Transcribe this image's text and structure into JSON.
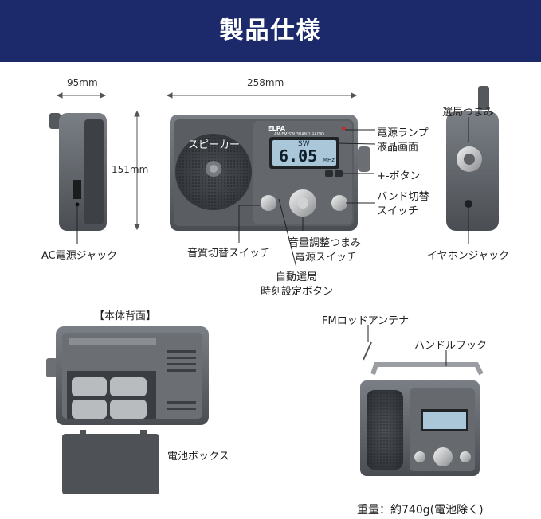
{
  "banner": {
    "title": "製品仕様"
  },
  "dimensions": {
    "depth": "95mm",
    "width": "258mm",
    "height": "151mm"
  },
  "radio": {
    "brand": "ELPA",
    "model_text": "AM·FM·SW 3BAND RADIO",
    "band": "SW",
    "frequency": "6.05",
    "unit": "MHz",
    "speaker_text": "スピーカー"
  },
  "callouts": {
    "power_lamp": "電源ランプ",
    "lcd": "液晶画面",
    "plus_minus": "+-ボタン",
    "band_switch_1": "バンド切替",
    "band_switch_2": "スイッチ",
    "tone_switch": "音質切替スイッチ",
    "volume_1": "音量調整つまみ",
    "volume_2": "電源スイッチ",
    "auto_tune_1": "自動選局",
    "auto_tune_2": "時刻設定ボタン",
    "tuning_knob": "選局つまみ",
    "ac_jack": "AC電源ジャック",
    "earphone_jack": "イヤホンジャック",
    "back_title": "【本体背面】",
    "battery_box": "電池ボックス",
    "fm_antenna": "FMロッドアンテナ",
    "handle_hook": "ハンドルフック"
  },
  "weight": "重量：約740g(電池除く)",
  "colors": {
    "banner": "#1c2a6b",
    "body": "#5d6268",
    "lcd": "#a9c7d8"
  }
}
